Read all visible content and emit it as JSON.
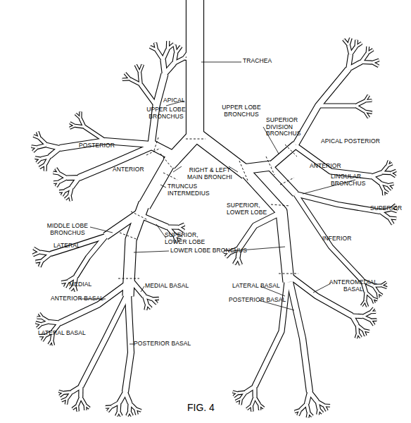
{
  "diagram": {
    "caption": "FIG. 4",
    "labels": [
      "TRACHEA",
      "APICAL",
      "UPPER LOBE BRONCHUS",
      "POSTERIOR",
      "ANTERIOR",
      "RIGHT & LEFT MAIN BRONCHI",
      "TRUNCUS INTERMEDIUS",
      "MIDDLE LOBE BRONCHUS",
      "LATERAL",
      "SUPERIOR, LOWER LOBE",
      "LOWER LOBE BRONCHUS",
      "MEDIAL",
      "MEDIAL BASAL",
      "ANTERIOR BASAL",
      "LATERAL BASAL",
      "POSTERIOR BASAL",
      "UPPER LOBE BRONCHUS",
      "SUPERIOR DIVISION BRONCHUS",
      "APICAL POSTERIOR",
      "ANTERIOR",
      "LINGULAR BRONCHUS",
      "SUPERIOR",
      "SUPERIOR, LOWER LOBE",
      "INFERIOR",
      "ANTEROMEDIAL BASAL",
      "LATERAL BASAL",
      "POSTERIOR BASAL"
    ]
  }
}
